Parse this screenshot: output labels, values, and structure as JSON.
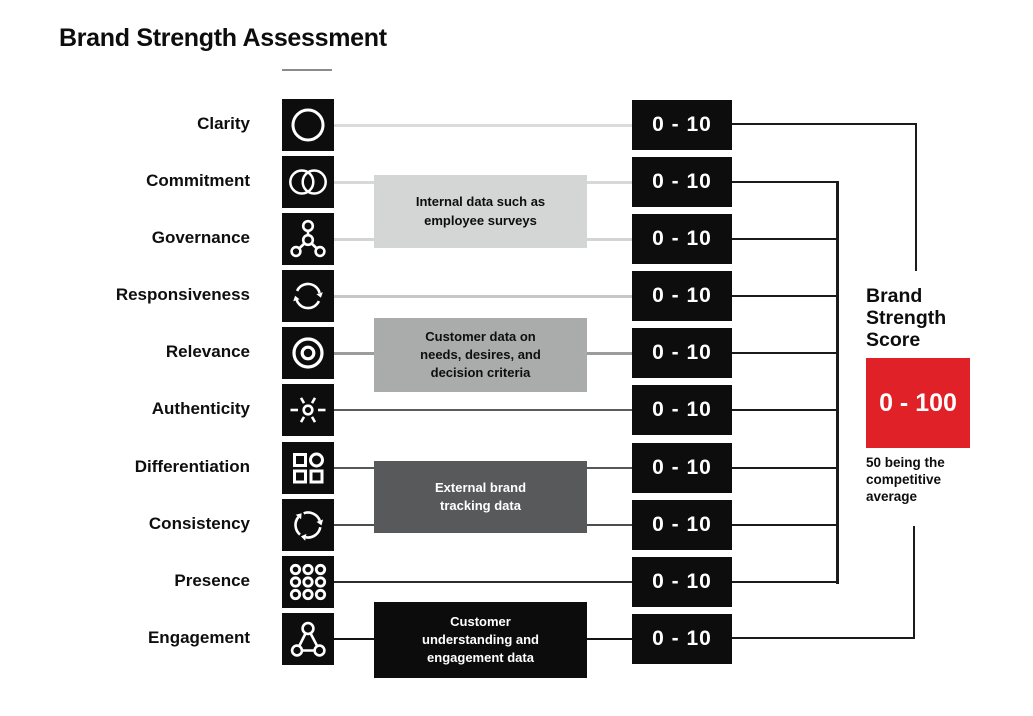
{
  "title": "Brand Strength Assessment",
  "rows": [
    {
      "label": "Clarity",
      "icon": "circle-outline",
      "score": "0 - 10",
      "line_color": "#d9dcda"
    },
    {
      "label": "Commitment",
      "icon": "overlapping-circles",
      "score": "0 - 10",
      "line_color": "#d6d9d8"
    },
    {
      "label": "Governance",
      "icon": "network-nodes",
      "score": "0 - 10",
      "line_color": "#d2d5d4"
    },
    {
      "label": "Responsiveness",
      "icon": "cycle-arrows",
      "score": "0 - 10",
      "line_color": "#c5c8c7"
    },
    {
      "label": "Relevance",
      "icon": "target-rings",
      "score": "0 - 10",
      "line_color": "#9b9d9c"
    },
    {
      "label": "Authenticity",
      "icon": "sunburst",
      "score": "0 - 10",
      "line_color": "#5b5d5c"
    },
    {
      "label": "Differentiation",
      "icon": "shapes-grid",
      "score": "0 - 10",
      "line_color": "#565857"
    },
    {
      "label": "Consistency",
      "icon": "circular-arrows",
      "score": "0 - 10",
      "line_color": "#4c4e4d"
    },
    {
      "label": "Presence",
      "icon": "dot-grid",
      "score": "0 - 10",
      "line_color": "#2b2c2c"
    },
    {
      "label": "Engagement",
      "icon": "triangle-network",
      "score": "0 - 10",
      "line_color": "#141414"
    }
  ],
  "annotations": [
    {
      "text": "Internal data such as employee surveys",
      "bg": "#d3d6d5"
    },
    {
      "text": "Customer data on needs, desires, and decision criteria",
      "bg": "#aaacac"
    },
    {
      "text": "External brand tracking data",
      "bg": "#58595b"
    },
    {
      "text": "Customer understanding and engagement data",
      "bg": "#0c0c0c"
    }
  ],
  "result": {
    "heading": "Brand Strength Score",
    "range": "0 - 100",
    "caption": "50 being the competitive average",
    "box_color": "#e02127"
  }
}
